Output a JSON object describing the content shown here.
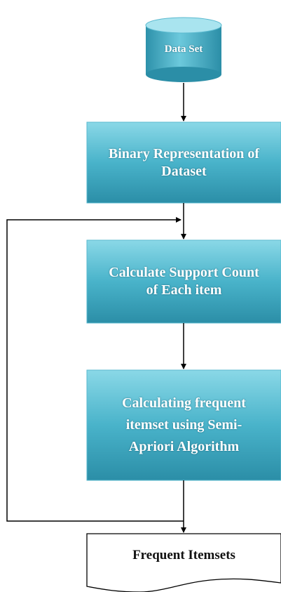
{
  "flowchart": {
    "start": {
      "label": "Data Set"
    },
    "steps": [
      {
        "lines": [
          "Binary Representation of",
          "Dataset"
        ]
      },
      {
        "lines": [
          "Calculate Support Count",
          "of Each item"
        ]
      },
      {
        "lines": [
          "Calculating frequent",
          "itemset using Semi-",
          "Apriori Algorithm"
        ]
      }
    ],
    "output": {
      "label": "Frequent Itemsets"
    }
  },
  "colors": {
    "box_top": "#7fd3e3",
    "box_mid": "#3fa9c2",
    "box_bottom": "#2a8aa3",
    "box_edge": "#5ab9cf",
    "arrow": "#000000",
    "doc_stroke": "#000000"
  }
}
